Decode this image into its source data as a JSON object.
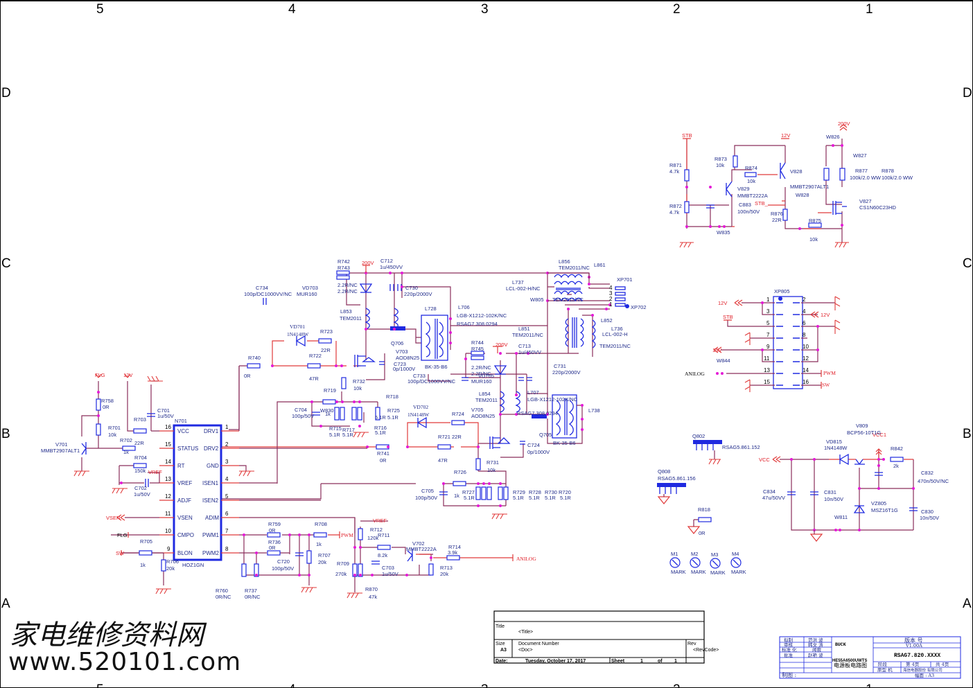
{
  "border": {
    "columns": [
      "5",
      "4",
      "3",
      "2",
      "1"
    ],
    "rows": [
      "D",
      "C",
      "B",
      "A"
    ]
  },
  "watermark": {
    "line1": "家电维修资料网",
    "line2": "www.520101.com"
  },
  "nets": {
    "stb": "STB",
    "v12": "12V",
    "v200": "200V",
    "stb_": "STB_",
    "flg": "FLG",
    "vref": "VREF",
    "vsen": "VSEN",
    "sw": "SW",
    "pwm": "PWM",
    "anilog": "ANILOG",
    "v16": "16V",
    "vcc": "VCC",
    "vcc1": "VCC1"
  },
  "ic": {
    "ref": "N701",
    "part": "HOZ1GN",
    "left_pins": [
      {
        "num": "16",
        "name": "VCC"
      },
      {
        "num": "15",
        "name": "STATUS"
      },
      {
        "num": "14",
        "name": "RT"
      },
      {
        "num": "13",
        "name": "VREF"
      },
      {
        "num": "12",
        "name": "ADJF"
      },
      {
        "num": "11",
        "name": "VSEN"
      },
      {
        "num": "10",
        "name": "CMPO"
      },
      {
        "num": "9",
        "name": "BLON"
      }
    ],
    "right_pins": [
      {
        "num": "1",
        "name": "DRV1"
      },
      {
        "num": "2",
        "name": "DRV2"
      },
      {
        "num": "3",
        "name": "GND"
      },
      {
        "num": "4",
        "name": "ISEN1"
      },
      {
        "num": "5",
        "name": "ISEN2"
      },
      {
        "num": "6",
        "name": "ADIM"
      },
      {
        "num": "7",
        "name": "PWM1"
      },
      {
        "num": "8",
        "name": "PWM2"
      }
    ]
  },
  "components": {
    "R871": {
      "ref": "R871",
      "val": "4.7k"
    },
    "R872": {
      "ref": "R872",
      "val": "4.7k"
    },
    "R873": {
      "ref": "R873",
      "val": "10k"
    },
    "R874": {
      "ref": "R874",
      "val": "10k"
    },
    "V829": {
      "ref": "V829",
      "val": "MMBT2222A"
    },
    "C883": {
      "ref": "C883",
      "val": "100n/50V"
    },
    "W835": {
      "ref": "W835"
    },
    "V828": {
      "ref": "V828",
      "val": "MMBT2907ALT1"
    },
    "W828": {
      "ref": "W828"
    },
    "R876": {
      "ref": "R876",
      "val": "22R"
    },
    "R875": {
      "ref": "R875",
      "val": "10k"
    },
    "W826": {
      "ref": "W826"
    },
    "W827": {
      "ref": "W827"
    },
    "R877": {
      "ref": "R877",
      "val": "100k/2.0 WW"
    },
    "R878": {
      "ref": "R878",
      "val": "100k/2.0 WW"
    },
    "V827": {
      "ref": "V827",
      "val": "CS1N60C23HD"
    },
    "R742": {
      "ref": "R742",
      "val": "2.2R/NC"
    },
    "R743": {
      "ref": "R743",
      "val": "2.2R/NC"
    },
    "C712": {
      "ref": "C712",
      "val": "1u/450VV"
    },
    "C734": {
      "ref": "C734",
      "val": "100p/DC1000VV/NC"
    },
    "VD703": {
      "ref": "VD703",
      "val": "MUR160"
    },
    "C730": {
      "ref": "C730",
      "val": "220p/2000V"
    },
    "L853": {
      "ref": "L853",
      "val": "TEM2011"
    },
    "L728": {
      "ref": "L728"
    },
    "L706": {
      "ref": "L706",
      "val": "LGB-X1212-102K/NC"
    },
    "L706b": {
      "val": "RSAG7.308.0294"
    },
    "VD701": {
      "ref": "VD701",
      "val": "1N4148W"
    },
    "R723": {
      "ref": "R723",
      "val": "22R"
    },
    "R722": {
      "ref": "R722",
      "val": "47R"
    },
    "R740": {
      "ref": "R740",
      "val": "0R"
    },
    "Q706": {
      "ref": "Q706"
    },
    "V703": {
      "ref": "V703",
      "val": "AOD8N25"
    },
    "C723": {
      "ref": "C723",
      "val": "0p/1000V"
    },
    "BK1": {
      "val": "BK-35-B6"
    },
    "C733": {
      "ref": "C733",
      "val": "100p/DC1000VV/NC"
    },
    "R732": {
      "ref": "R732",
      "val": "10k"
    },
    "R719": {
      "ref": "R719"
    },
    "R718": {
      "ref": "R718"
    },
    "C704": {
      "ref": "C704",
      "val": "100p/50V"
    },
    "W830": {
      "ref": "W830",
      "val": "1k"
    },
    "R715": {
      "ref": "R715",
      "val": "5.1R"
    },
    "R717": {
      "ref": "R717",
      "val": "5.1R"
    },
    "R716": {
      "ref": "R716",
      "val": "5.1R"
    },
    "R725": {
      "ref": "R725",
      "val": "5.1R"
    },
    "R718v": {
      "val": "5.1R"
    },
    "L856": {
      "ref": "L856",
      "val": "TEM2011/NC"
    },
    "L861": {
      "ref": "L861"
    },
    "L737": {
      "ref": "L737",
      "val": "LCL-002-H/NC"
    },
    "W805": {
      "ref": "W805"
    },
    "L856b": {
      "val": "TEM2011/NC"
    },
    "XP701": {
      "ref": "XP701"
    },
    "XP702": {
      "ref": "XP702"
    },
    "L852": {
      "ref": "L852"
    },
    "L736": {
      "ref": "L736",
      "val": "LCL-002-H"
    },
    "L736b": {
      "val": "TEM2011/NC"
    },
    "L851": {
      "ref": "L851",
      "val": "TEM2011/NC"
    },
    "R744": {
      "ref": "R744",
      "val": "2.2R/NC"
    },
    "R745": {
      "ref": "R745",
      "val": "2.2R/NC"
    },
    "C713": {
      "ref": "C713",
      "val": "1u/450VV"
    },
    "VD705": {
      "ref": "VD705",
      "val": "MUR160"
    },
    "C731": {
      "ref": "C731",
      "val": "220p/2000V"
    },
    "L854": {
      "ref": "L854",
      "val": "TEM2011"
    },
    "L707": {
      "ref": "L707",
      "val": "LGB-X1212-102K/NC"
    },
    "L707b": {
      "val": "RSAG7.308.0294"
    },
    "L738": {
      "ref": "L738"
    },
    "V705": {
      "ref": "V705",
      "val": "AOD8N25"
    },
    "Q705": {
      "ref": "Q705"
    },
    "BK2": {
      "val": "BK-35-B6"
    },
    "C724": {
      "ref": "C724",
      "val": "0p/1000V"
    },
    "VD702": {
      "ref": "VD702",
      "val": "1N4148W"
    },
    "R724": {
      "ref": "R724"
    },
    "R721": {
      "ref": "R721",
      "val": "22R"
    },
    "R721b": {
      "val": "47R"
    },
    "R741": {
      "ref": "R741",
      "val": "0R"
    },
    "R731": {
      "ref": "R731",
      "val": "10k"
    },
    "R726": {
      "ref": "R726",
      "val": "1k"
    },
    "C705": {
      "ref": "C705",
      "val": "100p/50V"
    },
    "R727": {
      "ref": "R727",
      "val": "5.1R"
    },
    "R729": {
      "ref": "R729",
      "val": "5.1R"
    },
    "R728": {
      "ref": "R728",
      "val": "5.1R"
    },
    "R730": {
      "ref": "R730",
      "val": "5.1R"
    },
    "R720": {
      "ref": "R720",
      "val": "5.1R"
    },
    "R758": {
      "ref": "R758",
      "val": "0R"
    },
    "R701": {
      "ref": "R701",
      "val": "10k"
    },
    "V701": {
      "ref": "V701",
      "val": "MMBT2907ALT1"
    },
    "R703": {
      "ref": "R703"
    },
    "C701": {
      "ref": "C701",
      "val": "1u/50V"
    },
    "R702": {
      "ref": "R702",
      "val": "22R",
      "val2": "1k"
    },
    "R704": {
      "ref": "R704",
      "val": "150k"
    },
    "C702": {
      "ref": "C702",
      "val": "1u/50V"
    },
    "R705": {
      "ref": "R705",
      "val": "1k"
    },
    "R706": {
      "ref": "R706",
      "val": "20k"
    },
    "R759": {
      "ref": "R759",
      "val": "0R"
    },
    "R736": {
      "ref": "R736",
      "val": "0R"
    },
    "C720": {
      "ref": "C720",
      "val": "100p/50V"
    },
    "R760": {
      "ref": "R760",
      "val": "0R/NC"
    },
    "R737": {
      "ref": "R737",
      "val": "0R/NC"
    },
    "R708": {
      "ref": "R708",
      "val": "1k"
    },
    "R707": {
      "ref": "R707",
      "val": "20k"
    },
    "R709": {
      "ref": "R709",
      "val": "270k"
    },
    "R712": {
      "ref": "R712",
      "val": "120k"
    },
    "R711": {
      "ref": "R711",
      "val": "8.2k"
    },
    "C703": {
      "ref": "C703",
      "val": "1u/50V"
    },
    "R870": {
      "ref": "R870",
      "val": "47k"
    },
    "V702": {
      "ref": "V702",
      "val": "MMBT2222A"
    },
    "R714": {
      "ref": "R714",
      "val": "3.9k"
    },
    "R713": {
      "ref": "R713",
      "val": "20k"
    },
    "XP805": {
      "ref": "XP805"
    },
    "W844": {
      "ref": "W844"
    },
    "Q802": {
      "ref": "Q802",
      "val": "RSAG5.861.152"
    },
    "Q808": {
      "ref": "Q808",
      "val": "RSAG5.861.156"
    },
    "R818": {
      "ref": "R818",
      "val": "0R"
    },
    "V809": {
      "ref": "V809",
      "val": "BCP56-10T1G"
    },
    "VD815": {
      "ref": "VD815",
      "val": "1N4148W"
    },
    "R842": {
      "ref": "R842",
      "val": "2k"
    },
    "C832": {
      "ref": "C832",
      "val": "470n/50V/NC"
    },
    "C834": {
      "ref": "C834",
      "val": "47u/50VV"
    },
    "C831": {
      "ref": "C831",
      "val": "10n/50V"
    },
    "VZ805": {
      "ref": "VZ805",
      "val": "MSZ16T1G"
    },
    "C830": {
      "ref": "C830",
      "val": "10n/50V"
    },
    "W811": {
      "ref": "W811"
    }
  },
  "connector_xp805": {
    "pins_left": [
      "1",
      "3",
      "5",
      "7",
      "9",
      "11",
      "13",
      "15"
    ],
    "pins_right": [
      "2",
      "4",
      "6",
      "8",
      "10",
      "12",
      "14",
      "16"
    ]
  },
  "marks": [
    {
      "ref": "M1",
      "val": "MARK"
    },
    {
      "ref": "M2",
      "val": "MARK"
    },
    {
      "ref": "M3",
      "val": "MARK"
    },
    {
      "ref": "M4",
      "val": "MARK"
    }
  ],
  "title_block": {
    "title_label": "Title",
    "title_value": "<Title>",
    "size_label": "Size",
    "size_value": "A3",
    "doc_label": "Document Number",
    "doc_value": "<Doc>",
    "rev_label": "Rev",
    "rev_value": "<RevCode>",
    "date_label": "Date:",
    "date_value": "Tuesday, October 17, 2017",
    "sheet_label": "Sheet",
    "sheet_value": "1",
    "of_label": "of",
    "of_value": "1"
  },
  "cn_block": {
    "rows": [
      [
        "拟制",
        "范洪 波"
      ],
      [
        "审核",
        "韩文 涛"
      ],
      [
        "标准 化",
        "闻蓉"
      ],
      [
        "批准",
        "赵艳 波"
      ]
    ],
    "name": "BUCK",
    "model": "HE55A6500UWTS",
    "desc": "电源板电路图",
    "version_label": "版本 号",
    "version": "V1.00A",
    "code": "RSAG7.820.XXXX",
    "stage": "阶段",
    "page": "第 4页",
    "total": "共 4页",
    "proto": "原型 机",
    "company": "海信电器股份 有限公司",
    "drawn": "制图 :",
    "format": "幅面 :  A3"
  }
}
